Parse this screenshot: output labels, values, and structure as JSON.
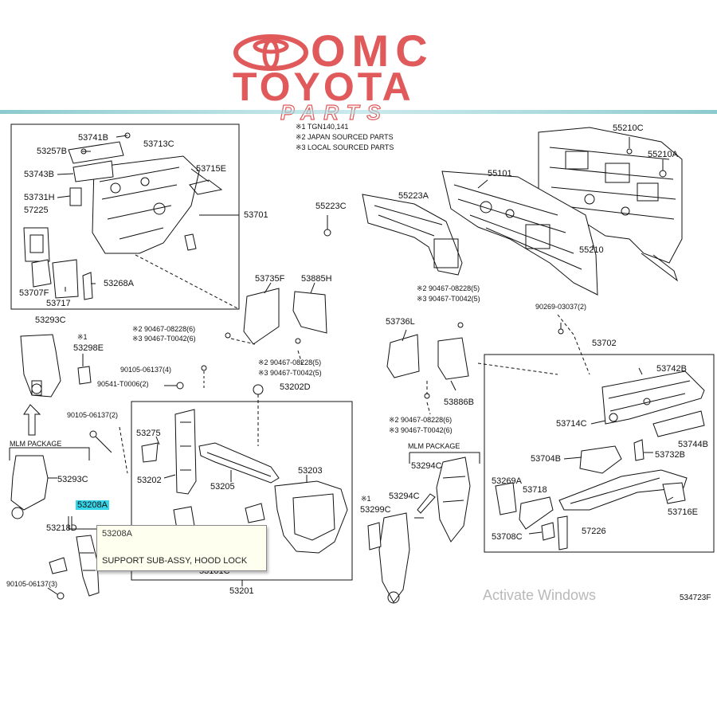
{
  "logo": {
    "line1": "OMC",
    "line2": "TOYOTA",
    "line3": "PARTS",
    "color": "#e0595b"
  },
  "notes": [
    "※1 TGN140,141",
    "※2 JAPAN SOURCED PARTS",
    "※3 LOCAL SOURCED PARTS"
  ],
  "parts": {
    "p53741B": "53741B",
    "p53713C": "53713C",
    "p53257B": "53257B",
    "p53743B": "53743B",
    "p53715E": "53715E",
    "p53731H": "53731H",
    "p57225": "57225",
    "p53701": "53701",
    "p53707F": "53707F",
    "p53717": "53717",
    "p53268A": "53268A",
    "p55210C": "55210C",
    "p55210A": "55210A",
    "p55101": "55101",
    "p55223A": "55223A",
    "p55223C": "55223C",
    "p55210": "55210",
    "p53735F": "53735F",
    "p53885H": "53885H",
    "p53293C_a": "53293C",
    "p53298E": "53298E",
    "p53736L": "53736L",
    "p53886B": "53886B",
    "p53702": "53702",
    "p53742B": "53742B",
    "p53714C": "53714C",
    "p53744B": "53744B",
    "p53732B": "53732B",
    "p53704B": "53704B",
    "p53269A": "53269A",
    "p53718": "53718",
    "p53716E": "53716E",
    "p53708C": "53708C",
    "p57226": "57226",
    "p53202D": "53202D",
    "p53275": "53275",
    "p53202": "53202",
    "p53205": "53205",
    "p53203": "53203",
    "p53201": "53201",
    "p53101C": "53101C",
    "p53293C_b": "53293C",
    "p53208A": "53208A",
    "p53218D": "53218D",
    "p53294C_a": "53294C",
    "p53294C_b": "53294C",
    "p53299C": "53299C"
  },
  "bolts": {
    "b1a": "※2 90467-08228(6)",
    "b1b": "※3 90467-T0042(6)",
    "b2a": "※2 90467-08228(5)",
    "b2b": "※3 90467-T0042(5)",
    "b3a": "※2 90467-08228(5)",
    "b3b": "※3 90467-T0042(5)",
    "b4": "90269-03037(2)",
    "b5": "90105-06137(4)",
    "b6": "90541-T0006(2)",
    "b7": "90105-06137(2)",
    "b8a": "※2 90467-08228(6)",
    "b8b": "※3 90467-T0042(6)",
    "b9": "90105-06137(3)"
  },
  "marks": {
    "m1": "※1",
    "m2": "※1"
  },
  "packages": {
    "mlm1": "MLM PACKAGE",
    "mlm2": "MLM PACKAGE"
  },
  "tooltip": {
    "code": "53208A",
    "description": "SUPPORT SUB-ASSY, HOOD LOCK"
  },
  "watermark": "Activate Windows",
  "diagram_id": "534723F"
}
